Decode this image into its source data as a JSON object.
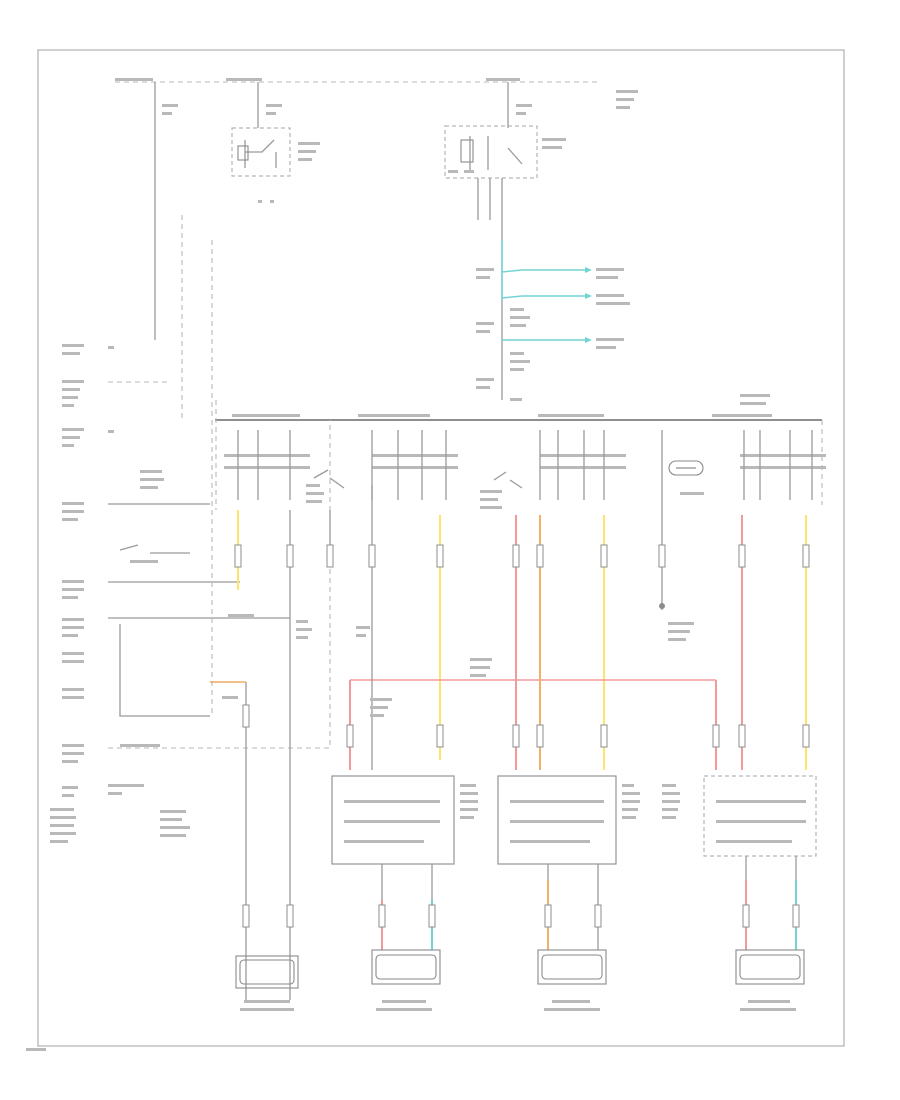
{
  "colors": {
    "background": "#ffffff",
    "wire": "#9a9a9a",
    "yellow": "#ffe36a",
    "pink": "#f29a9a",
    "orange": "#f4b06a",
    "cyan": "#74d4d4"
  },
  "components": [
    "left-front-window-motor",
    "right-front-window-motor",
    "left-rear-window-motor",
    "right-rear-window-motor",
    "right-front-window-switch",
    "left-rear-window-switch",
    "right-rear-window-switch",
    "master-window-switch",
    "window-relay",
    "fuse-panel"
  ]
}
